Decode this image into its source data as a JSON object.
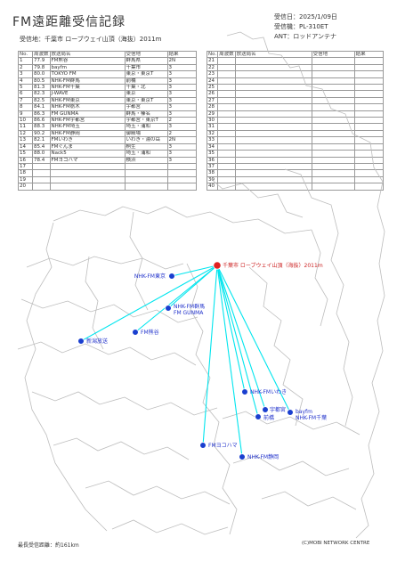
{
  "title": "FM遠距離受信記録",
  "header_right": {
    "date": "受信日：2025/1/09日",
    "receiver": "受信機：PL-310ET",
    "antenna": "ANT：ロッドアンテナ"
  },
  "station": "受信地：千葉市 ローブウェイ山頂（海抜）2011m",
  "columns": [
    "No.",
    "周波数",
    "放送局名",
    "受信地",
    "結果"
  ],
  "log_left": [
    [
      "1",
      "77.9",
      "FM熊谷",
      "群馬県",
      "2N"
    ],
    [
      "2",
      "79.8",
      "bayfm",
      "千葉市",
      "3"
    ],
    [
      "3",
      "80.0",
      "TOKYO FM",
      "東京・東京T",
      "3"
    ],
    [
      "4",
      "80.5",
      "NHK-FM群馬",
      "前橋",
      "3"
    ],
    [
      "5",
      "81.3",
      "NHK-FM千葉",
      "千葉・北",
      "3"
    ],
    [
      "6",
      "82.3",
      "J-WAVE",
      "東京",
      "3"
    ],
    [
      "7",
      "82.5",
      "NHK-FM東京",
      "東京・東京T",
      "3"
    ],
    [
      "8",
      "84.1",
      "NHK-FM栃木",
      "宇都宮",
      "3"
    ],
    [
      "9",
      "86.3",
      "FM GUNMA",
      "群馬・榛名",
      "3"
    ],
    [
      "10",
      "86.6",
      "NHK-FM宇都宮",
      "宇都宮・東京T",
      "2"
    ],
    [
      "11",
      "88.3",
      "NHK-FM埼玉",
      "埼玉・浦和",
      "3"
    ],
    [
      "12",
      "90.2",
      "NHK-FM静岡",
      "御殿場",
      "2"
    ],
    [
      "13",
      "82.1",
      "FMいわき",
      "いわき・湯の岳",
      "2N"
    ],
    [
      "14",
      "85.4",
      "FMぐんま",
      "桐生",
      "3"
    ],
    [
      "15",
      "88.0",
      "Nack5",
      "埼玉・浦和",
      "3"
    ],
    [
      "16",
      "78.4",
      "FMヨコハマ",
      "横浜",
      "3"
    ],
    [
      "17",
      "",
      "",
      "",
      ""
    ],
    [
      "18",
      "",
      "",
      "",
      ""
    ],
    [
      "19",
      "",
      "",
      "",
      ""
    ],
    [
      "20",
      "",
      "",
      "",
      ""
    ]
  ],
  "log_right": [
    [
      "21",
      "",
      "",
      "",
      ""
    ],
    [
      "22",
      "",
      "",
      "",
      ""
    ],
    [
      "23",
      "",
      "",
      "",
      ""
    ],
    [
      "24",
      "",
      "",
      "",
      ""
    ],
    [
      "25",
      "",
      "",
      "",
      ""
    ],
    [
      "26",
      "",
      "",
      "",
      ""
    ],
    [
      "27",
      "",
      "",
      "",
      ""
    ],
    [
      "28",
      "",
      "",
      "",
      ""
    ],
    [
      "29",
      "",
      "",
      "",
      ""
    ],
    [
      "30",
      "",
      "",
      "",
      ""
    ],
    [
      "31",
      "",
      "",
      "",
      ""
    ],
    [
      "32",
      "",
      "",
      "",
      ""
    ],
    [
      "33",
      "",
      "",
      "",
      ""
    ],
    [
      "34",
      "",
      "",
      "",
      ""
    ],
    [
      "35",
      "",
      "",
      "",
      ""
    ],
    [
      "36",
      "",
      "",
      "",
      ""
    ],
    [
      "37",
      "",
      "",
      "",
      ""
    ],
    [
      "38",
      "",
      "",
      "",
      ""
    ],
    [
      "39",
      "",
      "",
      "",
      ""
    ],
    [
      "40",
      "",
      "",
      "",
      ""
    ]
  ],
  "map": {
    "transmitter_label": "千葉市 ローブウェイ山頂（海抜）2011m",
    "receiver_labels": [
      "NHK-FM東京",
      "NHK-FM群馬",
      "FM GUNMA",
      "FM熊谷",
      "新潟放送",
      "NHK-FMいわき",
      "宇都宮",
      "bayfm",
      "NHK-FM千葉",
      "前橋",
      "FMヨコハマ",
      "NHK-FM静岡"
    ]
  },
  "footer_left": "最長受信距離：約161km",
  "footer_right": "(C)MOBI NETWORK CENTRE",
  "colors": {
    "line": "#00e5ee",
    "receiver": "#1a3fcf",
    "transmitter": "#e02020"
  }
}
